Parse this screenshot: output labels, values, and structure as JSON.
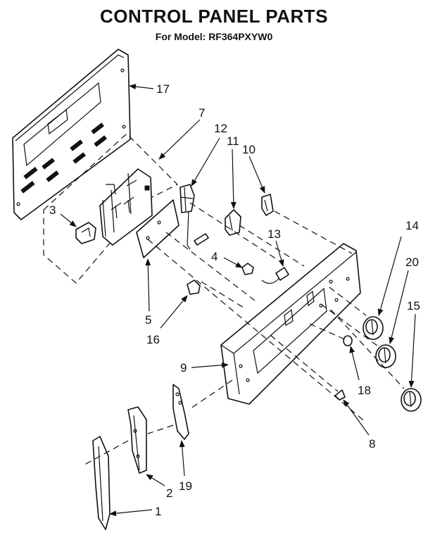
{
  "diagram": {
    "title": "CONTROL PANEL PARTS",
    "subtitle": "For Model: RF364PXYW0"
  },
  "callouts": [
    "17",
    "7",
    "12",
    "11",
    "10",
    "3",
    "13",
    "4",
    "14",
    "20",
    "15",
    "5",
    "16",
    "9",
    "18",
    "8",
    "19",
    "2",
    "1"
  ]
}
